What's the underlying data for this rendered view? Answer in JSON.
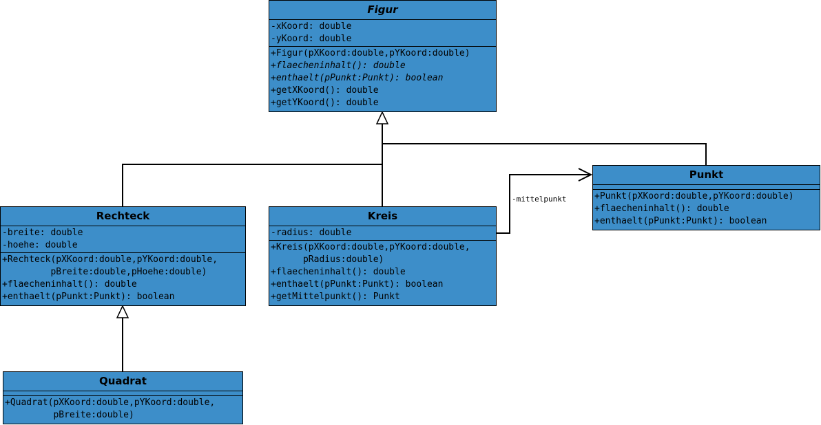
{
  "classes": {
    "figur": {
      "name": "Figur",
      "abstract": true,
      "attributes": [
        "-xKoord: double",
        "-yKoord: double"
      ],
      "methods": [
        "+Figur(pXKoord:double,pYKoord:double)",
        "+flaecheninhalt(): double",
        "+enthaelt(pPunkt:Punkt): boolean",
        "+getXKoord(): double",
        "+getYKoord(): double"
      ]
    },
    "rechteck": {
      "name": "Rechteck",
      "attributes": [
        "-breite: double",
        "-hoehe: double"
      ],
      "methods": [
        "+Rechteck(pXKoord:double,pYKoord:double,\n         pBreite:double,pHoehe:double)",
        "+flaecheninhalt(): double",
        "+enthaelt(pPunkt:Punkt): boolean"
      ]
    },
    "kreis": {
      "name": "Kreis",
      "attributes": [
        "-radius: double"
      ],
      "methods": [
        "+Kreis(pXKoord:double,pYKoord:double,\n      pRadius:double)",
        "+flaecheninhalt(): double",
        "+enthaelt(pPunkt:Punkt): boolean",
        "+getMittelpunkt(): Punkt"
      ]
    },
    "punkt": {
      "name": "Punkt",
      "attributes": [],
      "methods": [
        "+Punkt(pXKoord:double,pYKoord:double)",
        "+flaecheninhalt(): double",
        "+enthaelt(pPunkt:Punkt): boolean"
      ]
    },
    "quadrat": {
      "name": "Quadrat",
      "attributes": [],
      "methods": [
        "+Quadrat(pXKoord:double,pYKoord:double,\n         pBreite:double)"
      ]
    }
  },
  "associations": [
    {
      "from": "Kreis",
      "to": "Punkt",
      "label": "-mittelpunkt"
    }
  ],
  "generalizations": [
    [
      "Rechteck",
      "Figur"
    ],
    [
      "Kreis",
      "Figur"
    ],
    [
      "Punkt",
      "Figur"
    ],
    [
      "Quadrat",
      "Rechteck"
    ]
  ],
  "colors": {
    "class_fill": "#3d8ec9",
    "line": "#000000"
  }
}
